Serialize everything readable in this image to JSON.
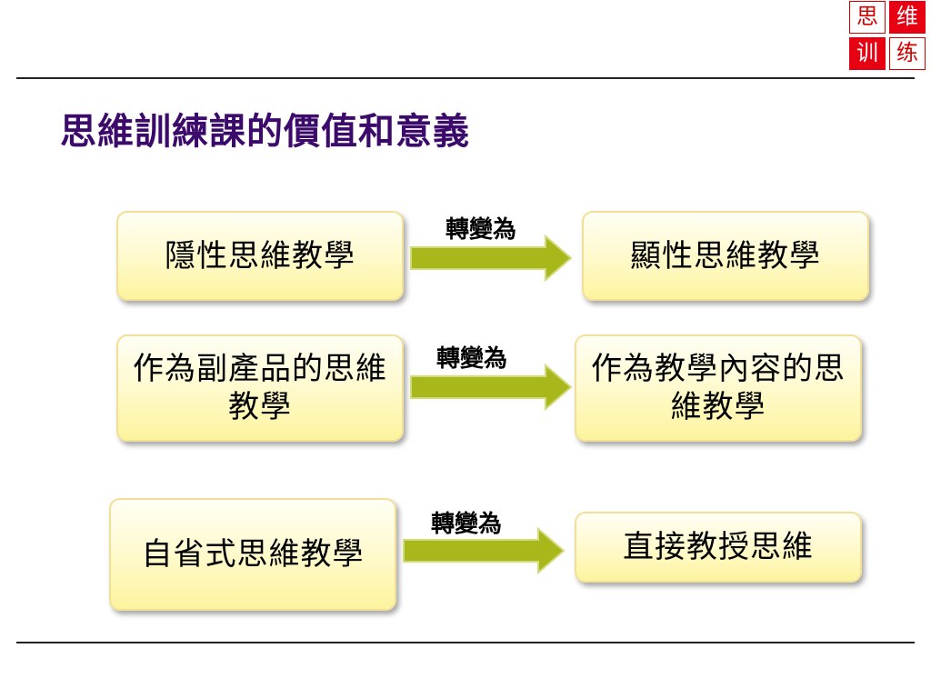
{
  "logo": {
    "chars": [
      "思",
      "维",
      "训",
      "练"
    ],
    "color": "#e60012"
  },
  "title": "思維訓練課的價值和意義",
  "rows": [
    {
      "from": "隱性思維教學",
      "arrow_label": "轉變為",
      "to": "顯性思維教學"
    },
    {
      "from": "作為副產品的思維教學",
      "arrow_label": "轉變為",
      "to": "作為教學內容的思維教學"
    },
    {
      "from": "自省式思維教學",
      "arrow_label": "轉變為",
      "to": "直接教授思維"
    }
  ],
  "colors": {
    "title": "#3b0a6b",
    "box_fill": "#fdf49e",
    "box_border": "#f2df9a",
    "arrow": "#a8b81a"
  }
}
